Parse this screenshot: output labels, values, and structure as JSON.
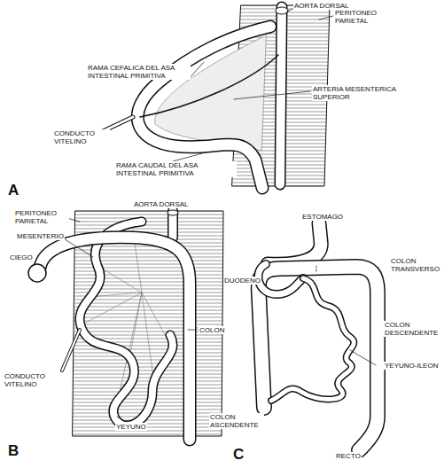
{
  "diagram": {
    "labels": [
      "AORTA DORSAL",
      "PERITONEO PARIETAL",
      "RAMA CEFALICA DEL ASA INTESTINAL PRIMITIVA",
      "ARTERIA MESENTERICA SUPERIOR",
      "CONDUCTO VITELINO",
      "RAMA CAUDAL DEL ASA INTESTINAL PRIMITIVA",
      "A",
      "PERITONEO PARIETAL",
      "AORTA DORSAL",
      "MESENTERIO",
      "CIEGO",
      "COLON",
      "CONDUCTO VITELINO",
      "YEYUNO",
      "B",
      "ESTOMAGO",
      "DUODENO",
      "COLON TRANSVERSO",
      "COLON DESCENDENTE",
      "YEYUNO-ILEON",
      "COLON ASCENDENTE",
      "RECTO",
      "C"
    ]
  }
}
